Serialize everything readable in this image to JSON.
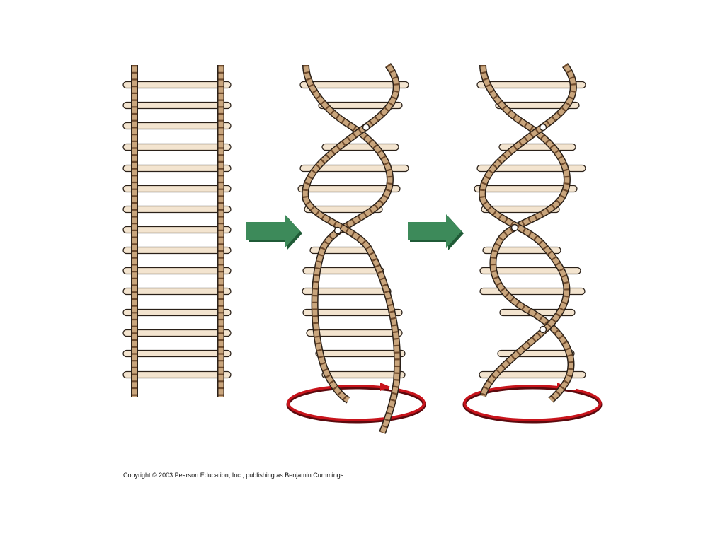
{
  "figure": {
    "copyright": "Copyright © 2003 Pearson Education, Inc., publishing as Benjamin Cummings.",
    "panels": [
      {
        "id": "ladder",
        "stage": "straight-ladder"
      },
      {
        "id": "partial-twist",
        "stage": "partially-twisted-ladder"
      },
      {
        "id": "double-helix",
        "stage": "fully-twisted-double-helix"
      }
    ],
    "arrows": [
      {
        "from": "ladder",
        "to": "partial-twist",
        "shape": "block-arrow"
      },
      {
        "from": "partial-twist",
        "to": "double-helix",
        "shape": "block-arrow"
      }
    ]
  },
  "colors": {
    "rope": "#c9a57c",
    "rope_twist": "#6e4a2c",
    "rope_outline": "#2a2018",
    "rung": "#f3e4cf",
    "arrow": "#3d8a5a",
    "arrow_dark": "#1f5a36",
    "rotation_arrow": "#c8141c"
  }
}
